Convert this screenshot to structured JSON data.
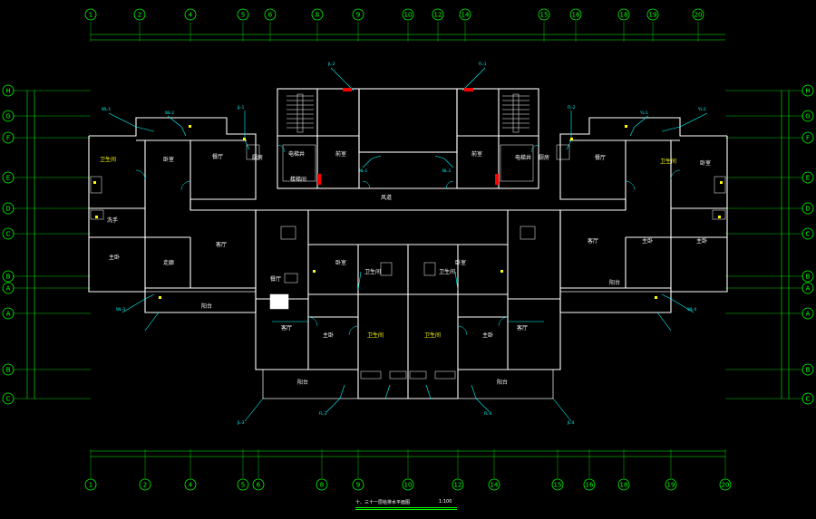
{
  "drawing": {
    "title": "十、三十一层给排水平面图",
    "scale": "1:100",
    "colors": {
      "background": "#000000",
      "axis": "#00ff00",
      "wall": "#ffffff",
      "pipe": "#00ffff",
      "text": "#ffffff",
      "highlight": "#ffff00",
      "fitting": "#ff0000"
    },
    "top_axis_labels": [
      "1",
      "2",
      "4",
      "5",
      "6",
      "8",
      "9",
      "10",
      "12",
      "14",
      "15",
      "16",
      "18",
      "19",
      "20"
    ],
    "bottom_axis_labels": [
      "1",
      "2",
      "4",
      "5",
      "6",
      "8",
      "9",
      "10",
      "12",
      "14",
      "15",
      "16",
      "18",
      "19",
      "20"
    ],
    "left_axis_labels": [
      "H",
      "G",
      "F",
      "E",
      "D",
      "C",
      "B",
      "A",
      "A",
      "B",
      "C"
    ],
    "right_axis_labels": [
      "H",
      "G",
      "F",
      "E",
      "D",
      "C",
      "B",
      "A",
      "A",
      "B",
      "C"
    ],
    "rooms": {
      "west_bedroom_1": "卧室",
      "west_bathroom": "卫生间",
      "west_kitchen": "厨房",
      "west_living": "客厅",
      "west_dining": "餐厅",
      "west_master": "主卧",
      "west_balcony": "阳台",
      "west_corridor": "走廊",
      "west_wash": "洗手",
      "core_elevator": "电梯井",
      "core_hall": "前室",
      "core_stair": "楼梯间",
      "core_shaft": "风道",
      "east_bedroom_1": "卧室",
      "east_bathroom": "卫生间",
      "east_kitchen": "厨房",
      "east_living": "客厅",
      "east_dining": "餐厅",
      "east_master": "主卧",
      "east_balcony": "阳台",
      "center_toilet_l": "卫生间",
      "center_toilet_r": "卫生间",
      "center_living_l": "客厅",
      "center_living_r": "客厅",
      "center_bed_l": "卧室",
      "center_bed_r": "卧室",
      "center_balcony_l": "阳台",
      "center_balcony_r": "阳台",
      "center_dining": "餐厅",
      "center_master_l": "主卧",
      "center_master_r": "主卧"
    },
    "pipe_tags": [
      "WL-1",
      "WL-2",
      "JL-1",
      "JL-2",
      "FL-1",
      "FL-2",
      "YL-1",
      "YL-2",
      "NL-1",
      "NL-2",
      "WL-3",
      "WL-4",
      "JL-3",
      "JL-4",
      "FL-3",
      "FL-4"
    ]
  }
}
